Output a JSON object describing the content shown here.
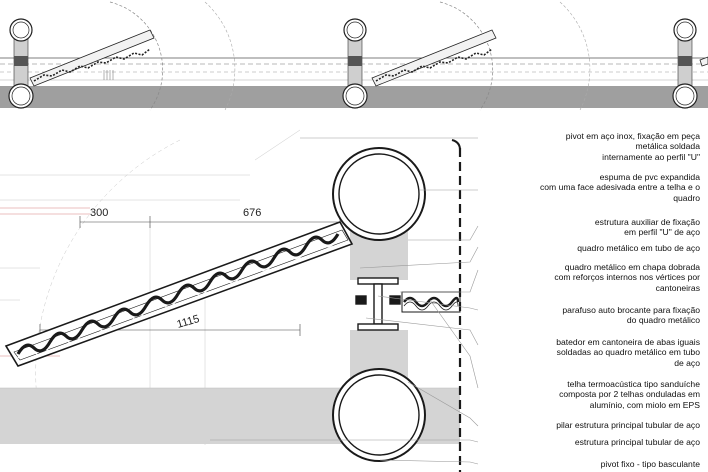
{
  "dimensions": {
    "d1": "300",
    "d2": "676",
    "d3": "1115"
  },
  "annotations": [
    {
      "id": "pivot-inox",
      "text": "pivot em aço inox, fixação em peça\nmetálica soldada\ninternamente ao perfil \"U\""
    },
    {
      "id": "espuma-pvc",
      "text": "espuma de pvc expandida\ncom uma face adesivada entre a telha e o\nquadro"
    },
    {
      "id": "estrutura-auxiliar",
      "text": "estrutura auxiliar de fixação\nem perfil \"U\" de aço"
    },
    {
      "id": "quadro-tubo",
      "text": "quadro metálico em tubo de aço"
    },
    {
      "id": "quadro-chapa",
      "text": "quadro metálico em chapa dobrada\ncom reforços internos nos vértices por\ncantoneiras"
    },
    {
      "id": "parafuso",
      "text": "parafuso auto brocante para fixação\ndo quadro metálico"
    },
    {
      "id": "batedor",
      "text": "batedor em cantoneira de abas iguais\nsoldadas ao quadro metálico em tubo\nde aço"
    },
    {
      "id": "telha",
      "text": "telha termoacústica tipo sanduíche\ncomposta por 2 telhas onduladas em\nalumínio, com miolo em EPS"
    },
    {
      "id": "pilar",
      "text": "pilar estrutura principal tubular de aço"
    },
    {
      "id": "estrutura-principal",
      "text": "estrutura principal tubular de aço"
    },
    {
      "id": "pivot-fixo",
      "text": "pivot fixo - tipo basculante"
    }
  ],
  "colors": {
    "line": "#1a1a1a",
    "fill_gray": "#d4d4d4",
    "thin_gray": "#9a9a9a",
    "red_guide": "#d88080"
  }
}
